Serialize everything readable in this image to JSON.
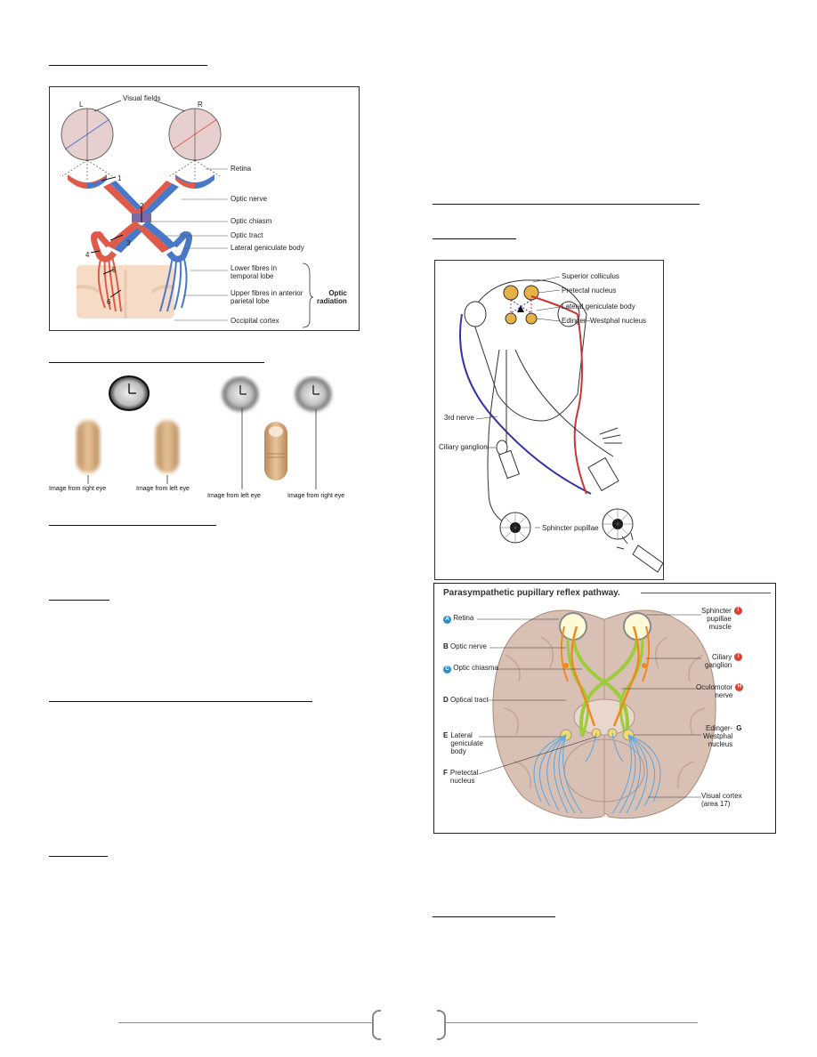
{
  "figure_visual_pathway": {
    "labels": {
      "left": "L",
      "right": "R",
      "visual_fields": "Visual fields",
      "retina": "Retina",
      "optic_nerve": "Optic nerve",
      "optic_chiasm": "Optic chiasm",
      "optic_tract": "Optic tract",
      "lgb": "Lateral geniculate body",
      "lower_fibres": "Lower fibres in\ntemporal lobe",
      "upper_fibres": "Upper fibres in anterior\nparietal lobe",
      "optic_radiation": "Optic\nradiation",
      "occipital_cortex": "Occipital cortex",
      "n1": "1",
      "n2": "2",
      "n3": "3",
      "n4": "4",
      "n5": "5",
      "n6": "6"
    },
    "colors": {
      "temporal": "#e05a4a",
      "nasal": "#4a78c8",
      "field": "#e8cfcf",
      "cortex": "#f6dcc6"
    }
  },
  "figure_finger_images": {
    "captions": [
      "Image from right eye",
      "Image from left eye",
      "Image from left eye",
      "Image from right eye"
    ]
  },
  "figure_light_reflex": {
    "labels": {
      "superior_colliculus": "Superior colliculus",
      "pretectal_nucleus": "Pretectal nucleus",
      "lgb": "Lateral geniculate body",
      "ew_nucleus": "Edinger–Westphal nucleus",
      "third_nerve": "3rd nerve",
      "ciliary_ganglion": "Ciliary ganglion",
      "sphincter_pupillae": "Sphincter pupillae"
    }
  },
  "figure_parasympathetic": {
    "title": "Parasympathetic pupillary reflex pathway.",
    "left_labels": [
      {
        "letter": "A",
        "text": "Retina",
        "badge": "blue"
      },
      {
        "letter": "B",
        "text": "Optic nerve",
        "badge": "none"
      },
      {
        "letter": "C",
        "text": "Optic chiasma",
        "badge": "blue"
      },
      {
        "letter": "D",
        "text": "Optical tract",
        "badge": "none"
      },
      {
        "letter": "E",
        "text": "Lateral\ngeniculate\nbody",
        "badge": "none"
      },
      {
        "letter": "F",
        "text": "Pretectal\nnucleus",
        "badge": "none"
      }
    ],
    "right_labels": [
      {
        "letter": "I",
        "text": "Sphincter\npupillae\nmuscle",
        "badge": "red"
      },
      {
        "letter": "I",
        "text": "Ciliary\nganglion",
        "badge": "red"
      },
      {
        "letter": "H",
        "text": "Oculomotor\nnerve",
        "badge": "red"
      },
      {
        "letter": "G",
        "text": "Edinger-\nWestphal\nnucleus",
        "badge": "none"
      },
      {
        "letter": "",
        "text": "Visual cortex\n(area 17)",
        "badge": "none"
      }
    ],
    "colors": {
      "brain": "#d9c0b4",
      "orange": "#f08a1e",
      "green": "#9ccc3c",
      "blue": "#5aa6e0",
      "badge_blue": "#2e8fc8",
      "badge_red": "#d9402e"
    }
  }
}
